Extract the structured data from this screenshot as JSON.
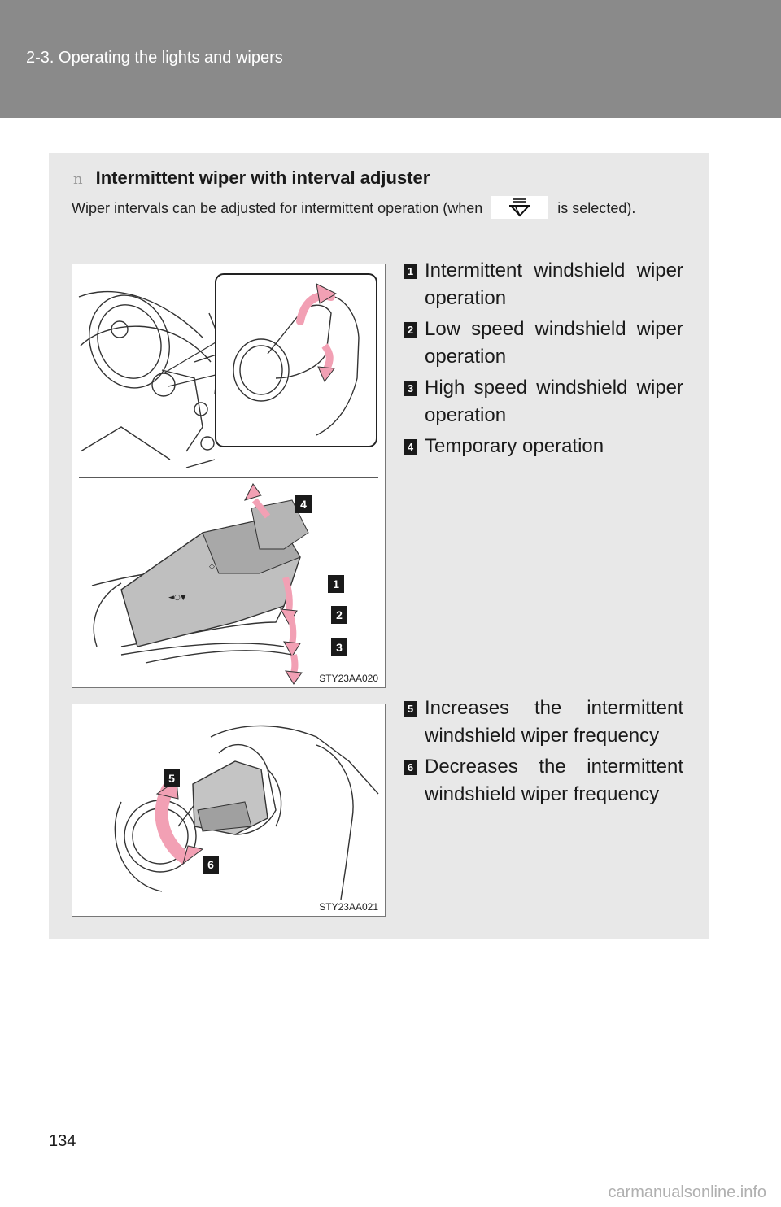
{
  "header": {
    "title": "2-3. Operating the lights and wipers"
  },
  "section": {
    "bullet": "n",
    "title": "Intermittent wiper with interval adjuster",
    "intro_before": "Wiper intervals can be adjusted for intermittent operation (when",
    "intro_after": "is selected).",
    "intro_icon": "wiper-intermittent-icon"
  },
  "figure1": {
    "code": "STY23AA020",
    "callouts": [
      {
        "num": "1",
        "text": "Intermittent windshield wiper operation"
      },
      {
        "num": "2",
        "text": "Low speed windshield wiper operation"
      },
      {
        "num": "3",
        "text": "High speed windshield wiper operation"
      },
      {
        "num": "4",
        "text": "Temporary operation"
      }
    ]
  },
  "figure2": {
    "code": "STY23AA021",
    "callouts": [
      {
        "num": "5",
        "text": "Increases the intermittent windshield wiper frequency"
      },
      {
        "num": "6",
        "text": "Decreases the intermittent windshield wiper frequency"
      }
    ]
  },
  "page_number": "134",
  "watermark": "carmanualsonline.info",
  "colors": {
    "header_bg": "#8a8a8a",
    "panel_bg": "#e8e8e8",
    "arrow_pink": "#f2a0b4"
  }
}
